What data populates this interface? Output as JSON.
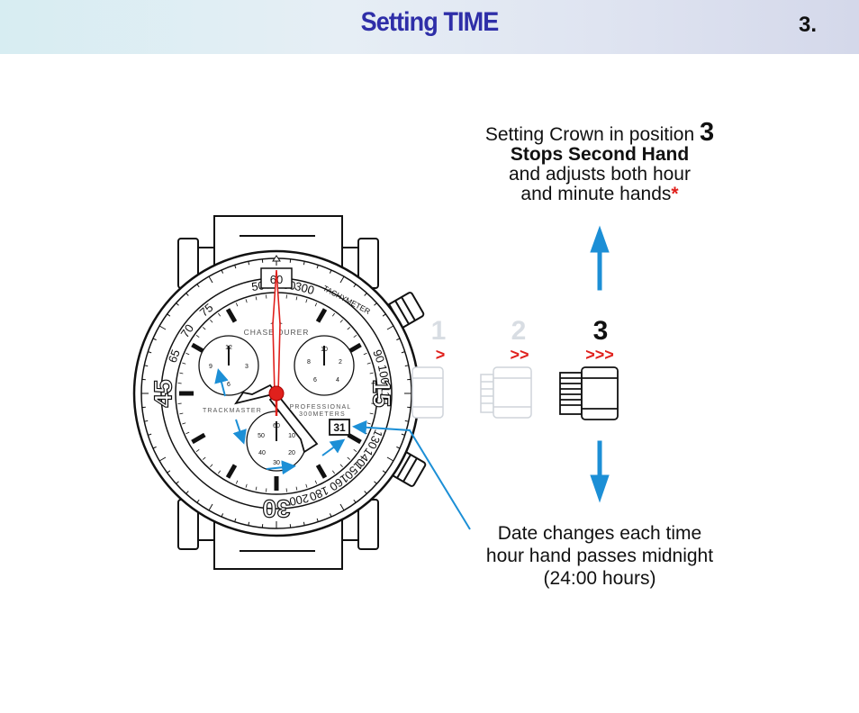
{
  "header": {
    "title": "Setting TIME",
    "page_number": "3."
  },
  "instructions": {
    "crown_line_prefix": "Setting Crown in position",
    "crown_position": "3",
    "stops_text": "Stops Second Hand",
    "adjust_line1": "and adjusts both hour",
    "adjust_line2": "and minute hands",
    "asterisk": "*"
  },
  "date_note": {
    "line1": "Date changes each time",
    "line2": "hour hand passes midnight",
    "line3": "(24:00 hours)"
  },
  "crown_positions": [
    {
      "number": "1",
      "chevrons": ">",
      "active": false
    },
    {
      "number": "2",
      "chevrons": ">>",
      "active": false
    },
    {
      "number": "3",
      "chevrons": ">>>",
      "active": true
    }
  ],
  "watch": {
    "brand": "CHASE DURER",
    "tachymeter_label": "TACHYMETER",
    "tracker_label": "TRACKMASTER",
    "professional_label": "PROFESSIONAL",
    "depth_label": "300METERS",
    "date_window": "31",
    "bezel_60": "60",
    "bezel_15": "15",
    "bezel_30": "30",
    "bezel_45": "45",
    "tachy_scale": [
      "65",
      "70",
      "75",
      "90",
      "100",
      "110",
      "130",
      "140",
      "150",
      "160",
      "180",
      "200",
      "300",
      "400",
      "500"
    ],
    "left_subdial": [
      "12",
      "3",
      "6",
      "9"
    ],
    "right_subdial": [
      "10",
      "2",
      "8",
      "4",
      "6"
    ],
    "bottom_subdial": [
      "60",
      "10",
      "50",
      "20",
      "40",
      "30"
    ]
  },
  "colors": {
    "title": "#2e2ea8",
    "accent_red": "#e0201c",
    "arrow_blue": "#1c8fd6"
  }
}
